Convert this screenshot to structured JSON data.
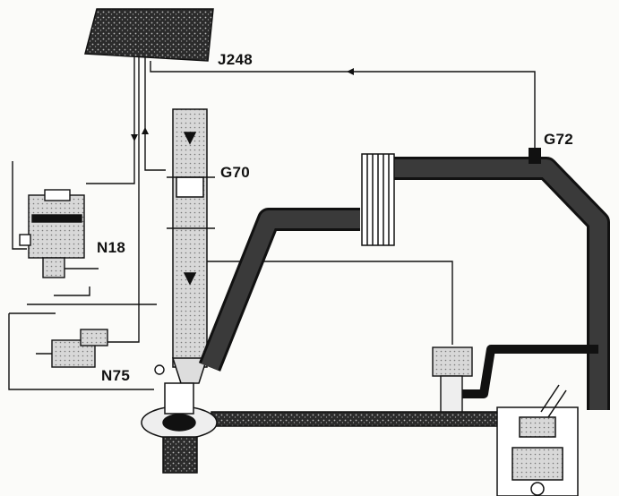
{
  "labels": {
    "j248": "J248",
    "g72": "G72",
    "g70": "G70",
    "n18": "N18",
    "n75": "N75"
  },
  "colors": {
    "ink": "#111111",
    "pipe_fill": "#3a3a3a",
    "paper": "#fbfbf9"
  }
}
